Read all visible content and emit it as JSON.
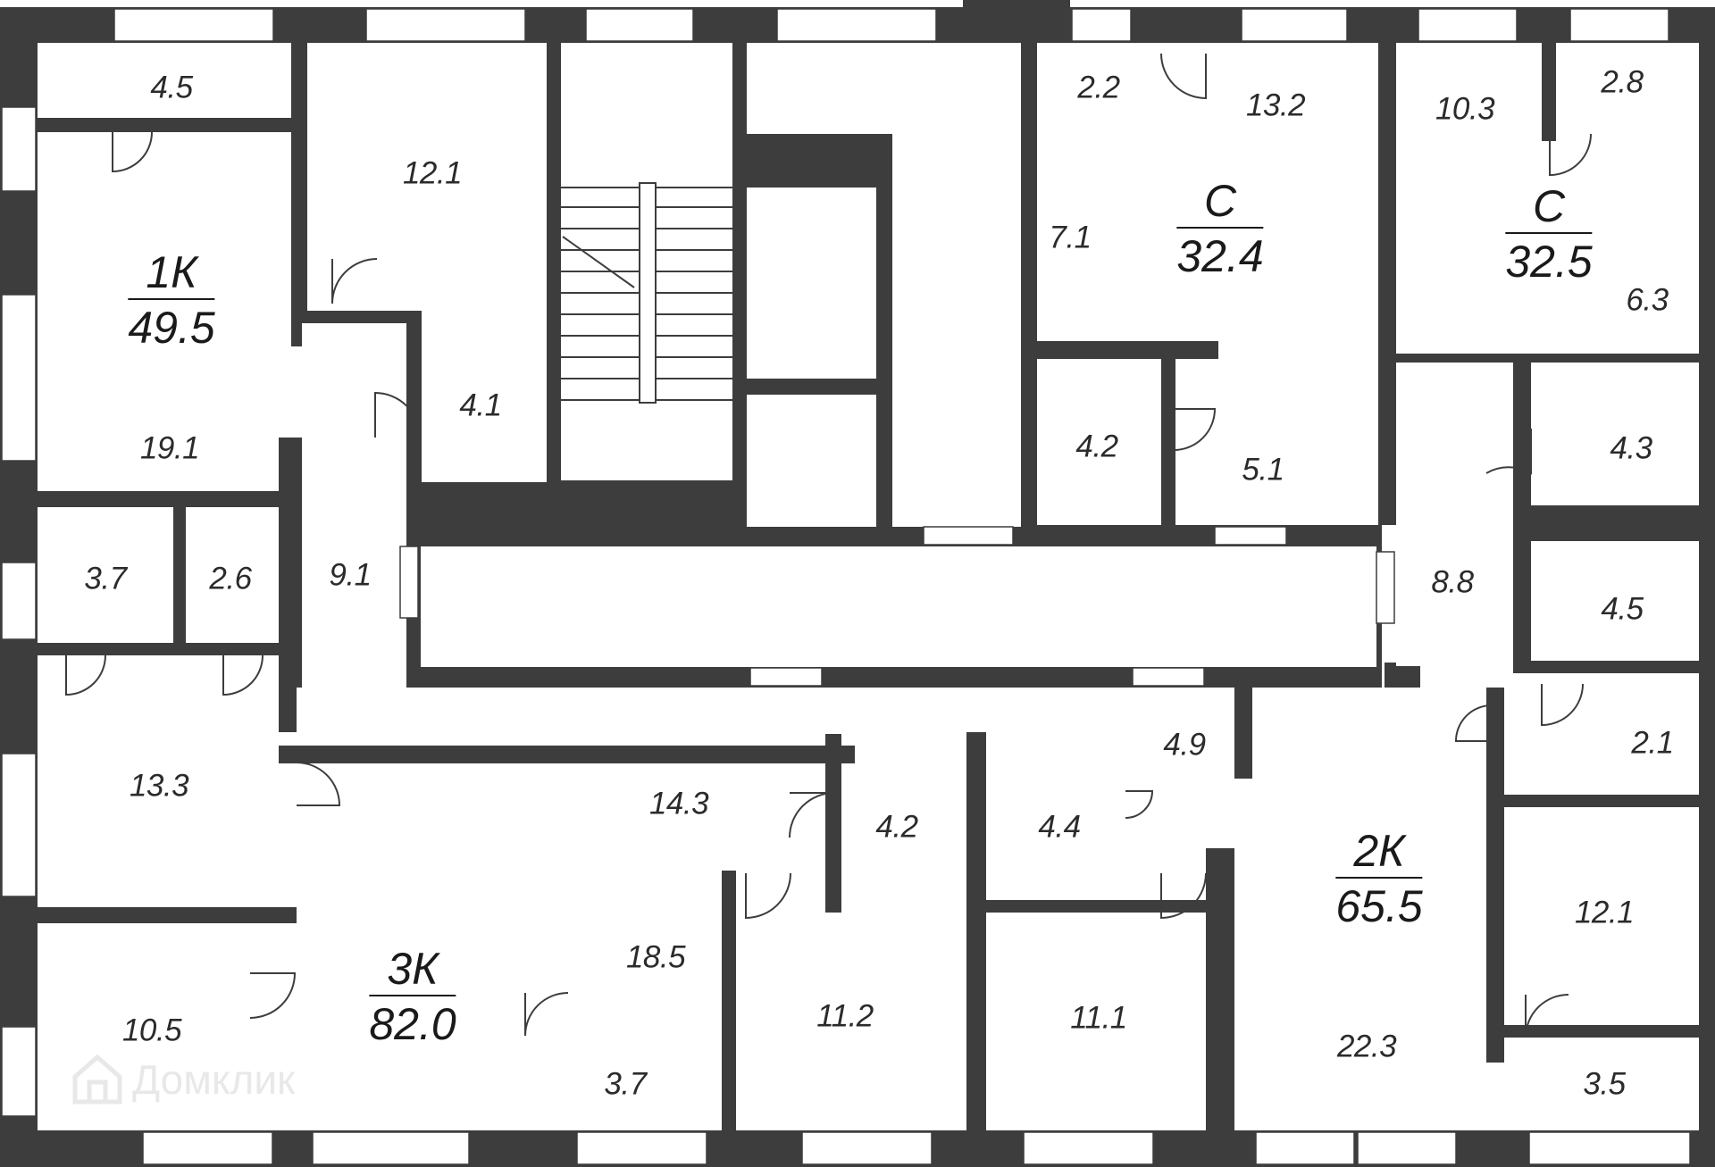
{
  "units": [
    {
      "id": "1k",
      "type": "1К",
      "total": "49.5"
    },
    {
      "id": "c-1",
      "type": "С",
      "total": "32.4"
    },
    {
      "id": "c-2",
      "type": "С",
      "total": "32.5"
    },
    {
      "id": "3k",
      "type": "3К",
      "total": "82.0"
    },
    {
      "id": "2k",
      "type": "2К",
      "total": "65.5"
    }
  ],
  "rooms": [
    "4.5",
    "12.1",
    "19.1",
    "4.1",
    "9.1",
    "3.7",
    "2.6",
    "13.3",
    "10.5",
    "2.2",
    "13.2",
    "7.1",
    "4.2",
    "5.1",
    "10.3",
    "2.8",
    "6.3",
    "4.3",
    "8.8",
    "4.5",
    "2.1",
    "12.1",
    "3.5",
    "14.3",
    "4.2",
    "18.5",
    "3.7",
    "11.2",
    "4.4",
    "4.9",
    "11.1",
    "22.3"
  ],
  "watermark": {
    "text": "Домклик",
    "icon": "house-icon"
  },
  "colors": {
    "wall": "#3d3d3d",
    "window": "#ffffff",
    "label": "#2b2b2b"
  }
}
